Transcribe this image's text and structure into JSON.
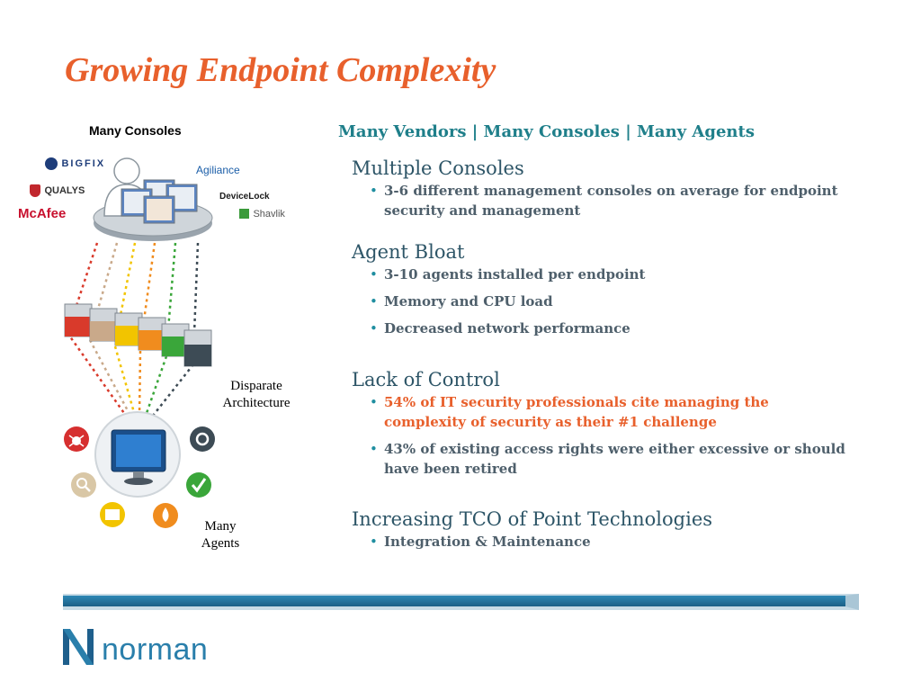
{
  "slide": {
    "title": "Growing Endpoint Complexity",
    "tagline": "Many Vendors | Many Consoles | Many Agents"
  },
  "diagram": {
    "heading": "Many Consoles",
    "vendors": [
      "BIGFIX",
      "QUALYS",
      "McAfee",
      "Agiliance",
      "DeviceLock",
      "Shavlik"
    ],
    "architecture_label_line1": "Disparate",
    "architecture_label_line2": "Architecture",
    "agents_label_line1": "Many",
    "agents_label_line2": "Agents",
    "server_colors": [
      "#d93a2b",
      "#c9a98a",
      "#f2c400",
      "#f08c1e",
      "#3aa63a",
      "#3d4b55"
    ],
    "agent_icons": [
      "bug-icon",
      "search-icon",
      "folder-icon",
      "drop-icon",
      "check-icon",
      "refresh-icon"
    ]
  },
  "sections": [
    {
      "heading": "Multiple Consoles",
      "bullets": [
        {
          "text": "3-6 different management consoles on average  for endpoint security and management",
          "highlight": false
        }
      ]
    },
    {
      "heading": "Agent Bloat",
      "bullets": [
        {
          "text": " 3-10 agents installed per endpoint",
          "highlight": false
        },
        {
          "text": "Memory and CPU load",
          "highlight": false
        },
        {
          "text": "Decreased network performance",
          "highlight": false
        }
      ]
    },
    {
      "heading": "Lack of Control",
      "bullets": [
        {
          "text": "54% of IT security professionals cite  managing the complexity of security as their #1 challenge",
          "highlight": true
        },
        {
          "text": "43% of existing access rights were either excessive or should have been retired",
          "highlight": false
        }
      ]
    },
    {
      "heading": "Increasing TCO of Point Technologies",
      "bullets": [
        {
          "text": " Integration & Maintenance",
          "highlight": false
        }
      ]
    }
  ],
  "footer": {
    "logo_text": "norman"
  }
}
